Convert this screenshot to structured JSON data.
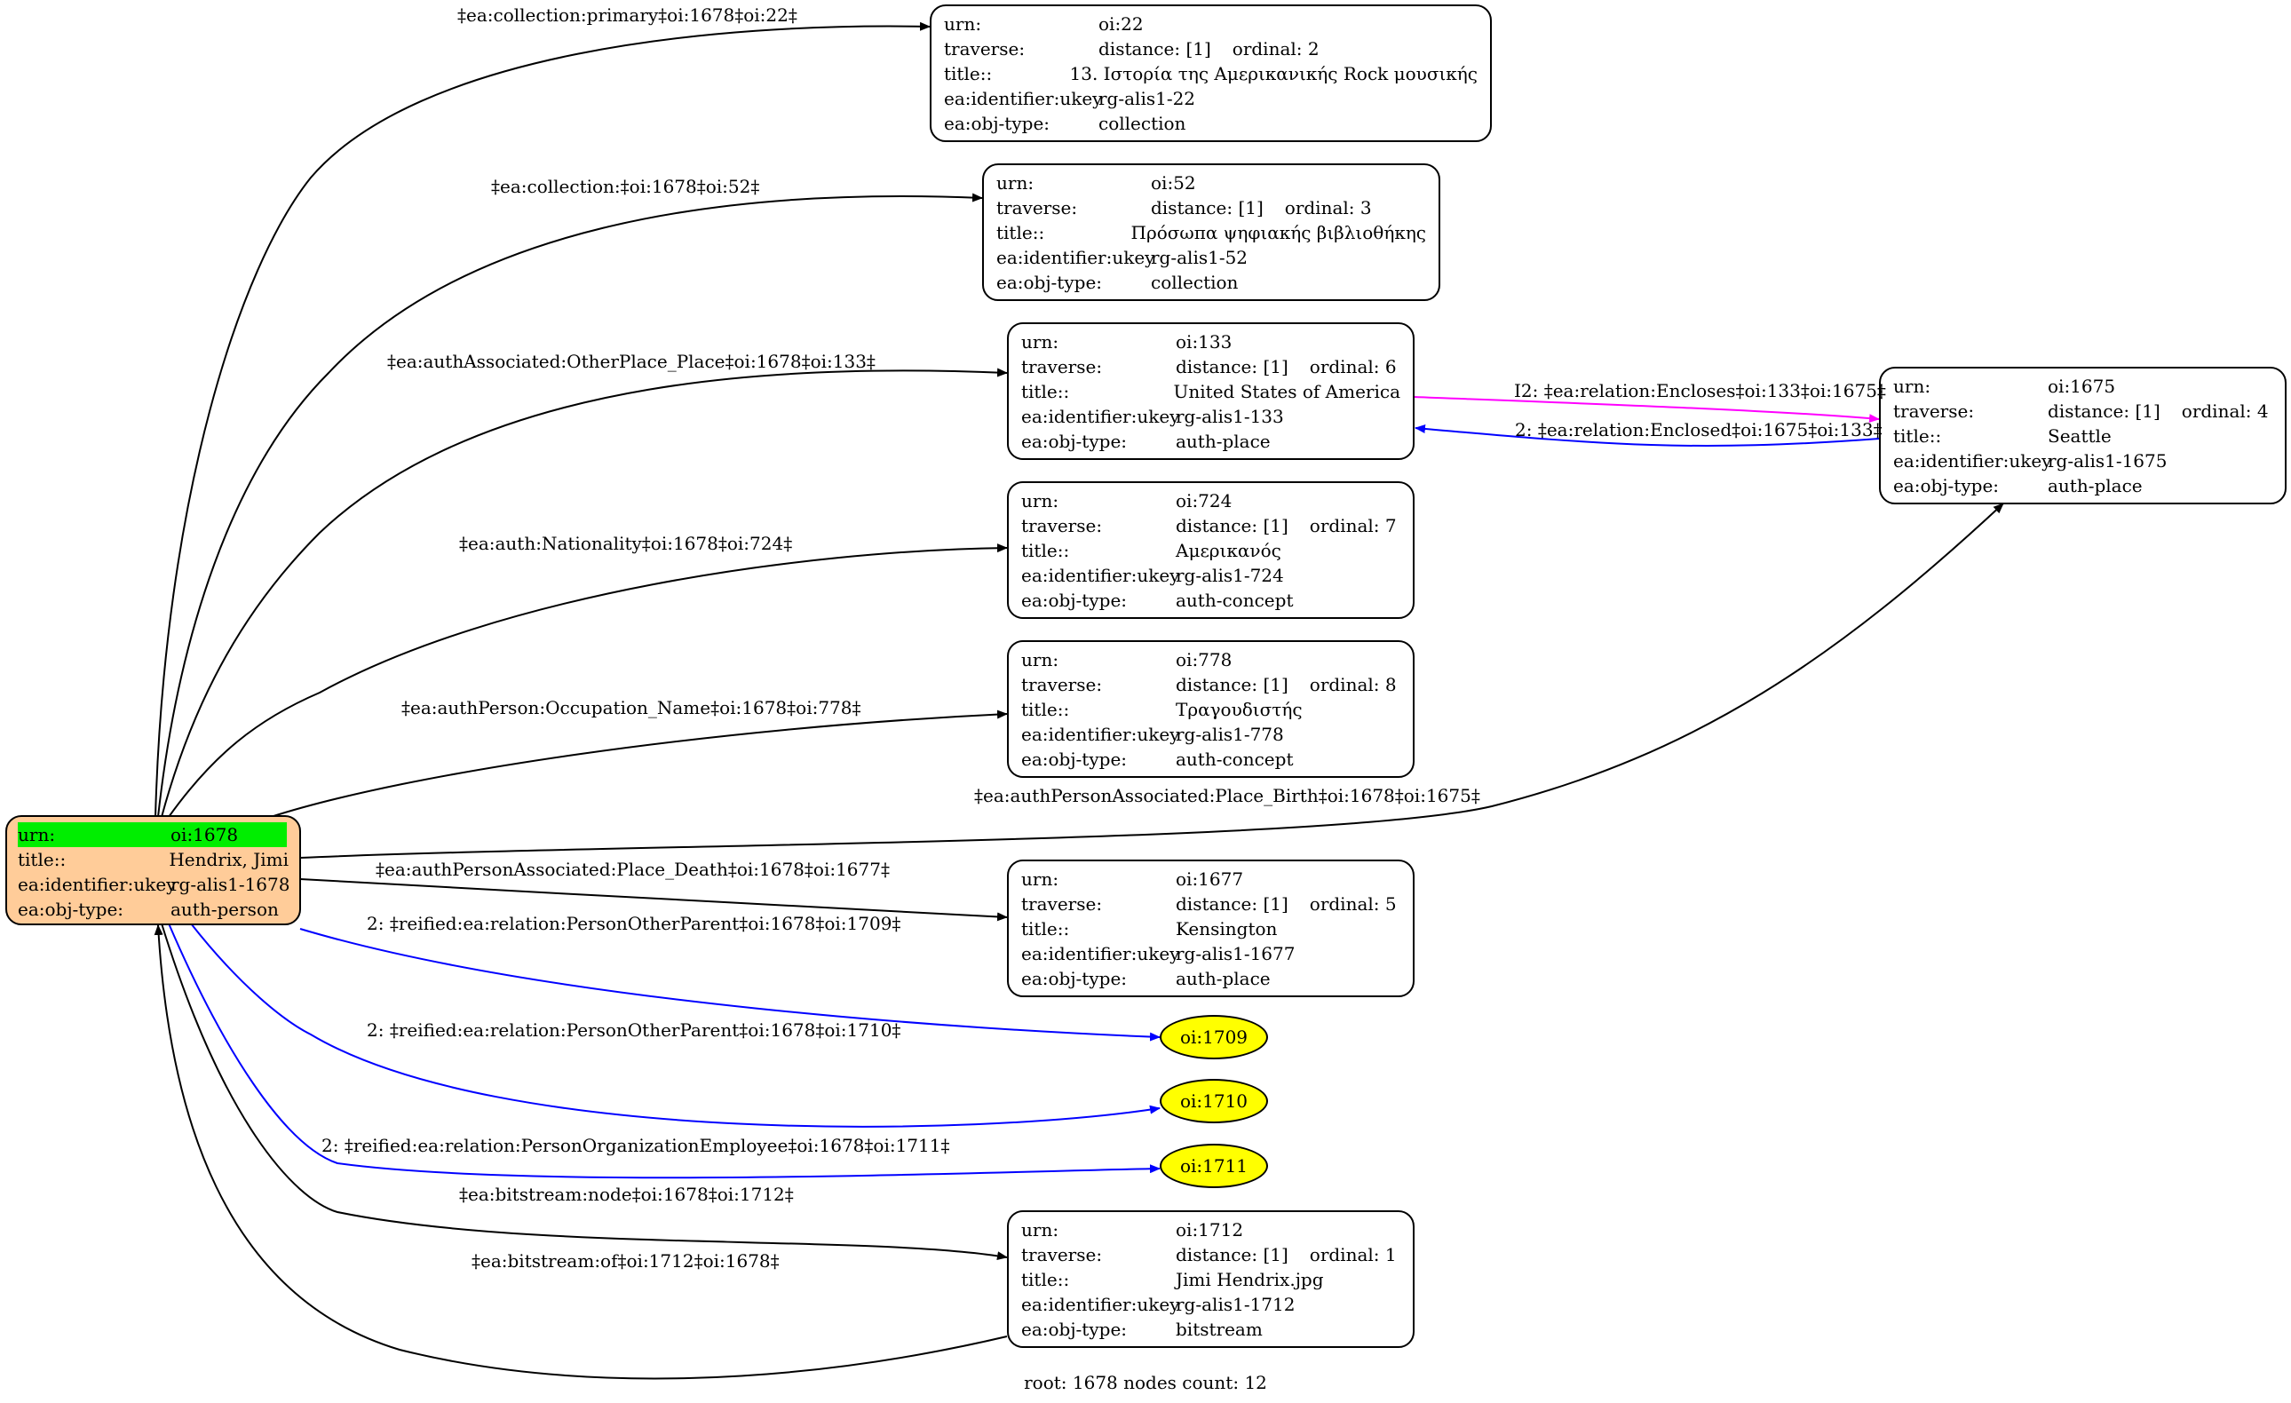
{
  "field_labels": {
    "urn": "urn:",
    "traverse": "traverse:",
    "title": "title::",
    "ukey": "ea:identifier:ukey",
    "objtype": "ea:obj-type:"
  },
  "root": {
    "urn": "oi:1678",
    "title": "Hendrix, Jimi",
    "ukey": "rg-alis1-1678",
    "objtype": "auth-person",
    "color": "#ffcc99",
    "highlight": "#00ee00"
  },
  "nodes": [
    {
      "id": "n22",
      "urn": "oi:22",
      "distance": "distance: [1]",
      "ordinal": "ordinal: 2",
      "title": "13. Ιστορία της Αμερικανικής Rock μουσικής",
      "ukey": "rg-alis1-22",
      "objtype": "collection"
    },
    {
      "id": "n52",
      "urn": "oi:52",
      "distance": "distance: [1]",
      "ordinal": "ordinal: 3",
      "title": "Πρόσωπα ψηφιακής βιβλιοθήκης",
      "ukey": "rg-alis1-52",
      "objtype": "collection"
    },
    {
      "id": "n133",
      "urn": "oi:133",
      "distance": "distance: [1]",
      "ordinal": "ordinal: 6",
      "title": "United States of America",
      "ukey": "rg-alis1-133",
      "objtype": "auth-place"
    },
    {
      "id": "n724",
      "urn": "oi:724",
      "distance": "distance: [1]",
      "ordinal": "ordinal: 7",
      "title": "Αμερικανός",
      "ukey": "rg-alis1-724",
      "objtype": "auth-concept"
    },
    {
      "id": "n778",
      "urn": "oi:778",
      "distance": "distance: [1]",
      "ordinal": "ordinal: 8",
      "title": "Τραγουδιστής",
      "ukey": "rg-alis1-778",
      "objtype": "auth-concept"
    },
    {
      "id": "n1677",
      "urn": "oi:1677",
      "distance": "distance: [1]",
      "ordinal": "ordinal: 5",
      "title": "Kensington",
      "ukey": "rg-alis1-1677",
      "objtype": "auth-place"
    },
    {
      "id": "n1712",
      "urn": "oi:1712",
      "distance": "distance: [1]",
      "ordinal": "ordinal: 1",
      "title": "Jimi Hendrix.jpg",
      "ukey": "rg-alis1-1712",
      "objtype": "bitstream"
    },
    {
      "id": "n1675",
      "urn": "oi:1675",
      "distance": "distance: [1]",
      "ordinal": "ordinal: 4",
      "title": "Seattle",
      "ukey": "rg-alis1-1675",
      "objtype": "auth-place"
    }
  ],
  "ellipses": [
    {
      "id": "e1709",
      "label": "oi:1709",
      "color": "#ffff00"
    },
    {
      "id": "e1710",
      "label": "oi:1710",
      "color": "#ffff00"
    },
    {
      "id": "e1711",
      "label": "oi:1711",
      "color": "#ffff00"
    }
  ],
  "edges": [
    {
      "id": "ed1",
      "label": "‡ea:collection:primary‡oi:1678‡oi:22‡",
      "color": "#000000"
    },
    {
      "id": "ed2",
      "label": "‡ea:collection:‡oi:1678‡oi:52‡",
      "color": "#000000"
    },
    {
      "id": "ed3",
      "label": "‡ea:authAssociated:OtherPlace_Place‡oi:1678‡oi:133‡",
      "color": "#000000"
    },
    {
      "id": "ed4",
      "label": "‡ea:auth:Nationality‡oi:1678‡oi:724‡",
      "color": "#000000"
    },
    {
      "id": "ed5",
      "label": "‡ea:authPerson:Occupation_Name‡oi:1678‡oi:778‡",
      "color": "#000000"
    },
    {
      "id": "ed6",
      "label": "‡ea:authPersonAssociated:Place_Birth‡oi:1678‡oi:1675‡",
      "color": "#000000"
    },
    {
      "id": "ed7",
      "label": "‡ea:authPersonAssociated:Place_Death‡oi:1678‡oi:1677‡",
      "color": "#000000"
    },
    {
      "id": "ed8",
      "label": "2: ‡reified:ea:relation:PersonOtherParent‡oi:1678‡oi:1709‡",
      "color": "#0000ff"
    },
    {
      "id": "ed9",
      "label": "2: ‡reified:ea:relation:PersonOtherParent‡oi:1678‡oi:1710‡",
      "color": "#0000ff"
    },
    {
      "id": "ed10",
      "label": "2: ‡reified:ea:relation:PersonOrganizationEmployee‡oi:1678‡oi:1711‡",
      "color": "#0000ff"
    },
    {
      "id": "ed11",
      "label": "‡ea:bitstream:node‡oi:1678‡oi:1712‡",
      "color": "#000000"
    },
    {
      "id": "ed12",
      "label": "‡ea:bitstream:of‡oi:1712‡oi:1678‡",
      "color": "#000000"
    },
    {
      "id": "ed13",
      "label": "I2: ‡ea:relation:Encloses‡oi:133‡oi:1675‡",
      "color": "#ff00ff"
    },
    {
      "id": "ed14",
      "label": "2: ‡ea:relation:Enclosed‡oi:1675‡oi:133‡",
      "color": "#0000ff"
    }
  ],
  "footer": "root: 1678 nodes count: 12"
}
